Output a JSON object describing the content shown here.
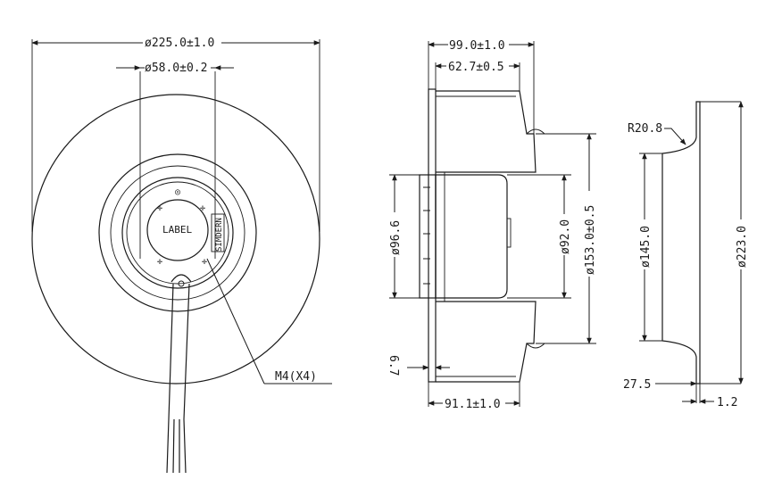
{
  "front_view": {
    "outer_diameter": "ø225.0±1.0",
    "hub_diameter": "ø58.0±0.2",
    "label_text": "LABEL",
    "side_label_text": "SIMDERN",
    "mounting_holes": "M4(X4)"
  },
  "side_view": {
    "total_height": "99.0±1.0",
    "hub_height": "62.7±0.5",
    "motor_diameter": "ø96.6",
    "rotor_diameter": "ø92.0",
    "wheel_diameter": "ø153.0±0.5",
    "flange_thickness": "6.7",
    "base_height": "91.1±1.0"
  },
  "inlet_view": {
    "radius": "R20.8",
    "inlet_diameter": "ø145.0",
    "outer_diameter": "ø223.0",
    "depth": "27.5",
    "lip": "1.2"
  },
  "colors": {
    "line": "#1a1a1a",
    "background": "#ffffff"
  }
}
